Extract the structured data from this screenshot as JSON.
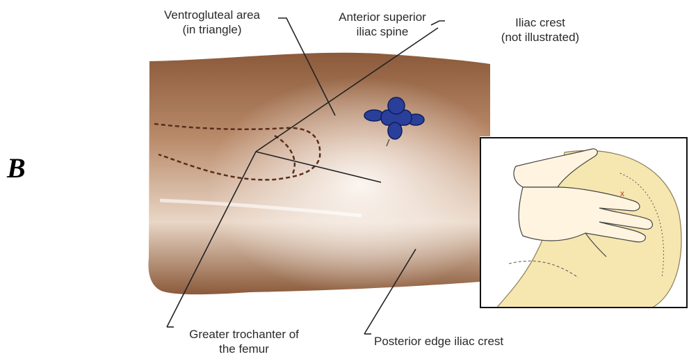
{
  "panel_letter": "B",
  "labels": {
    "ventrogluteal": [
      "Ventrogluteal area",
      "(in triangle)"
    ],
    "asis": [
      "Anterior superior",
      "iliac spine"
    ],
    "iliac_crest": [
      "Iliac crest",
      "(not illustrated)"
    ],
    "trochanter": [
      "Greater trochanter of",
      "the femur"
    ],
    "posterior": "Posterior edge iliac crest"
  },
  "inset_marker": "x",
  "colors": {
    "skin_dark": "#8b5a3a",
    "skin_light": "#f3e8df",
    "pointer_line": "#222222",
    "marker_blue": "#2a3f9a",
    "inset_skin": "#f6e6b0",
    "inset_marker": "#c0392b"
  }
}
